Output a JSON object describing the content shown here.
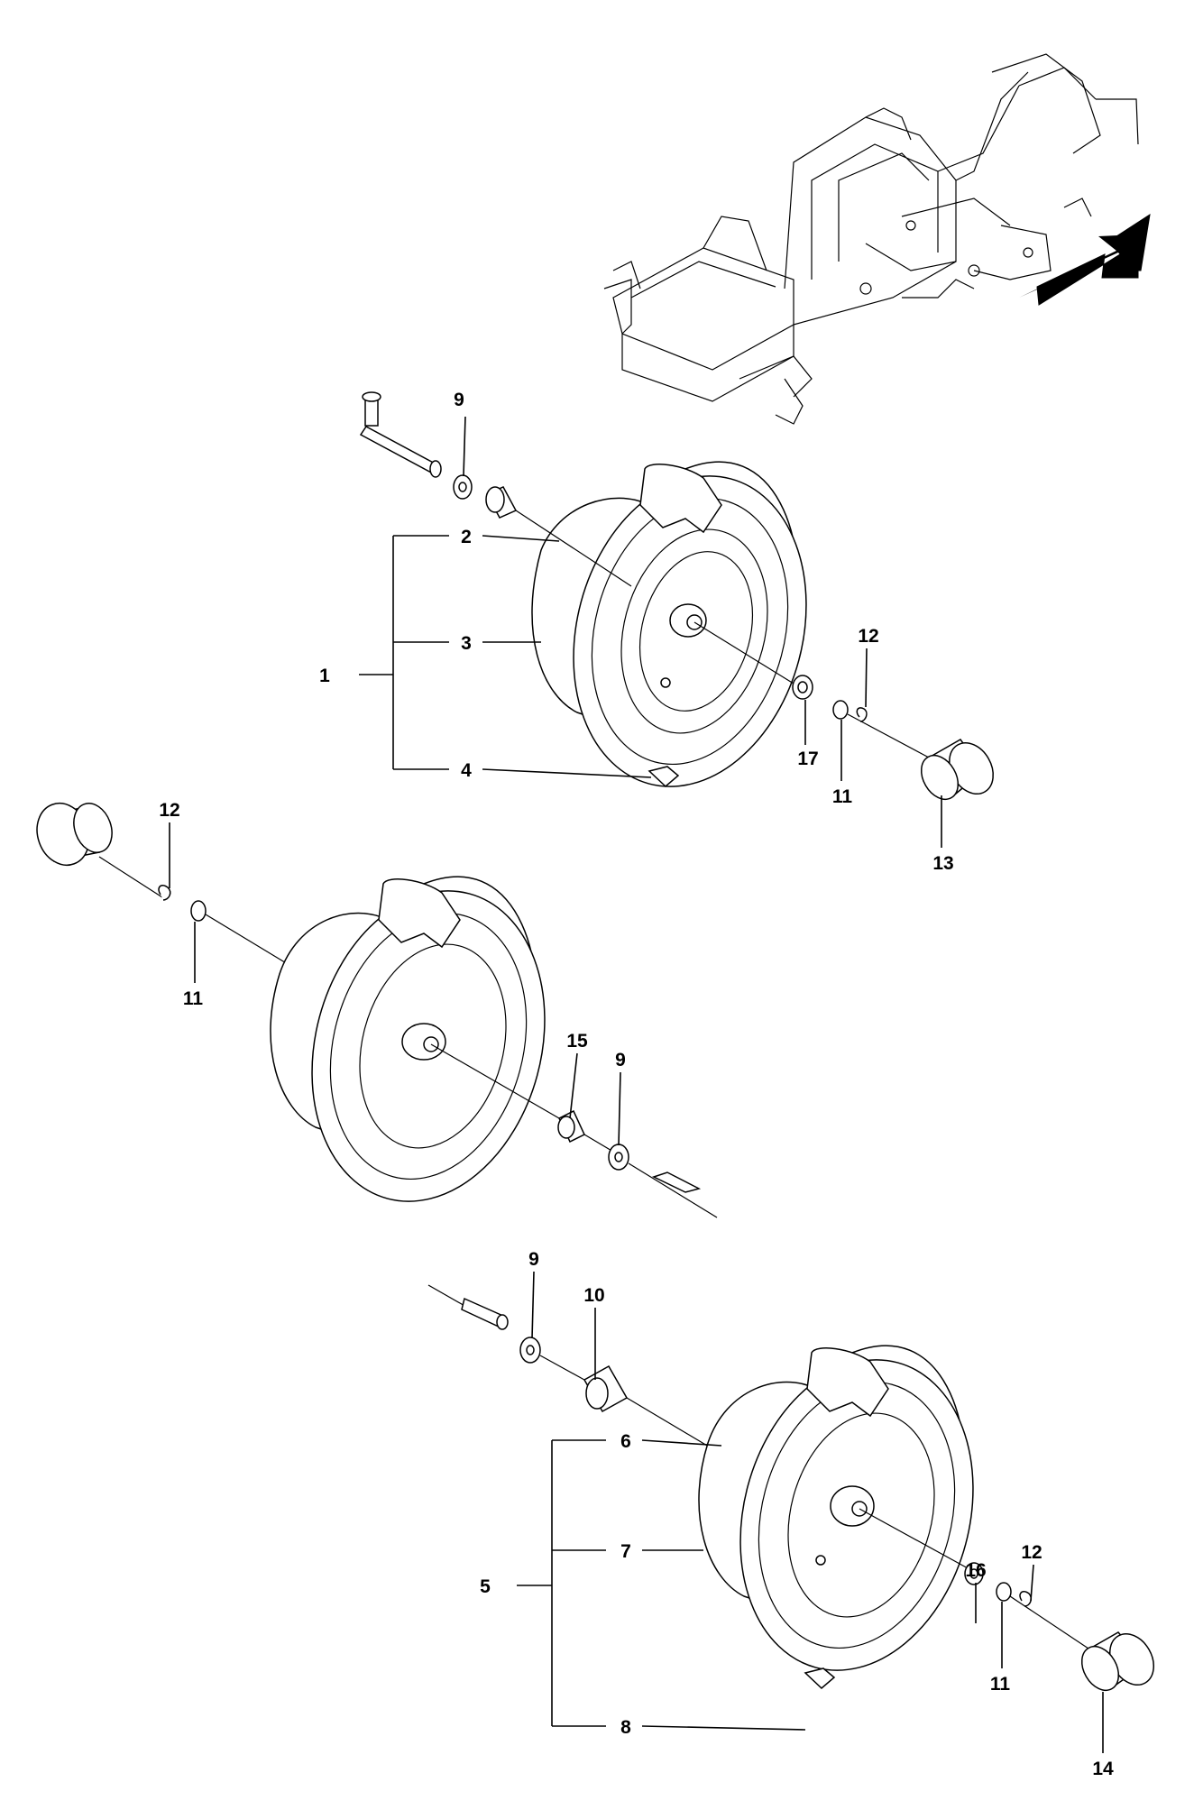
{
  "diagram": {
    "labels": [
      {
        "id": "9a",
        "text": "9"
      },
      {
        "id": "2",
        "text": "2"
      },
      {
        "id": "3",
        "text": "3"
      },
      {
        "id": "1",
        "text": "1"
      },
      {
        "id": "4",
        "text": "4"
      },
      {
        "id": "12a",
        "text": "12"
      },
      {
        "id": "17",
        "text": "17"
      },
      {
        "id": "11a",
        "text": "11"
      },
      {
        "id": "13",
        "text": "13"
      },
      {
        "id": "12b",
        "text": "12"
      },
      {
        "id": "11b",
        "text": "11"
      },
      {
        "id": "15",
        "text": "15"
      },
      {
        "id": "9b",
        "text": "9"
      },
      {
        "id": "9c",
        "text": "9"
      },
      {
        "id": "10",
        "text": "10"
      },
      {
        "id": "6",
        "text": "6"
      },
      {
        "id": "7",
        "text": "7"
      },
      {
        "id": "5",
        "text": "5"
      },
      {
        "id": "8",
        "text": "8"
      },
      {
        "id": "16",
        "text": "16"
      },
      {
        "id": "12c",
        "text": "12"
      },
      {
        "id": "11c",
        "text": "11"
      },
      {
        "id": "14",
        "text": "14"
      }
    ]
  },
  "colors": {
    "line": "#000000",
    "background": "#ffffff",
    "arrow": "#000000"
  }
}
